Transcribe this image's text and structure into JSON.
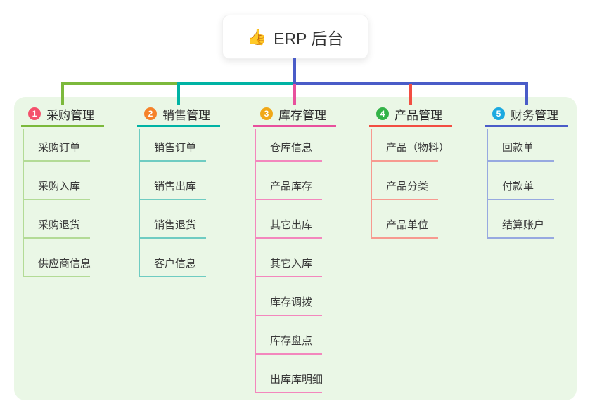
{
  "root": {
    "icon": "👍",
    "label": "ERP 后台"
  },
  "colors": {
    "connector": "#4a5cc8",
    "panel_bg": "#eaf7e6",
    "canvas_bg": "#ffffff"
  },
  "branches": [
    {
      "num": "1",
      "label": "采购管理",
      "badge_color": "#f4516c",
      "main": "#7cb93c",
      "light": "#b3db96",
      "children": [
        "采购订单",
        "采购入库",
        "采购退货",
        "供应商信息"
      ]
    },
    {
      "num": "2",
      "label": "销售管理",
      "badge_color": "#f5822a",
      "main": "#00b3a4",
      "light": "#6fccc2",
      "children": [
        "销售订单",
        "销售出库",
        "销售退货",
        "客户信息"
      ]
    },
    {
      "num": "3",
      "label": "库存管理",
      "badge_color": "#f0a818",
      "main": "#e8509d",
      "light": "#f387bd",
      "children": [
        "仓库信息",
        "产品库存",
        "其它出库",
        "其它入库",
        "库存调拨",
        "库存盘点",
        "出库库明细"
      ]
    },
    {
      "num": "4",
      "label": "产品管理",
      "badge_color": "#33b348",
      "main": "#f24e42",
      "light": "#f79a90",
      "children": [
        "产品（物料）",
        "产品分类",
        "产品单位"
      ]
    },
    {
      "num": "5",
      "label": "财务管理",
      "badge_color": "#1ca9e0",
      "main": "#4a5cc8",
      "light": "#97a9e0",
      "children": [
        "回款单",
        "付款单",
        "结算账户"
      ]
    }
  ]
}
